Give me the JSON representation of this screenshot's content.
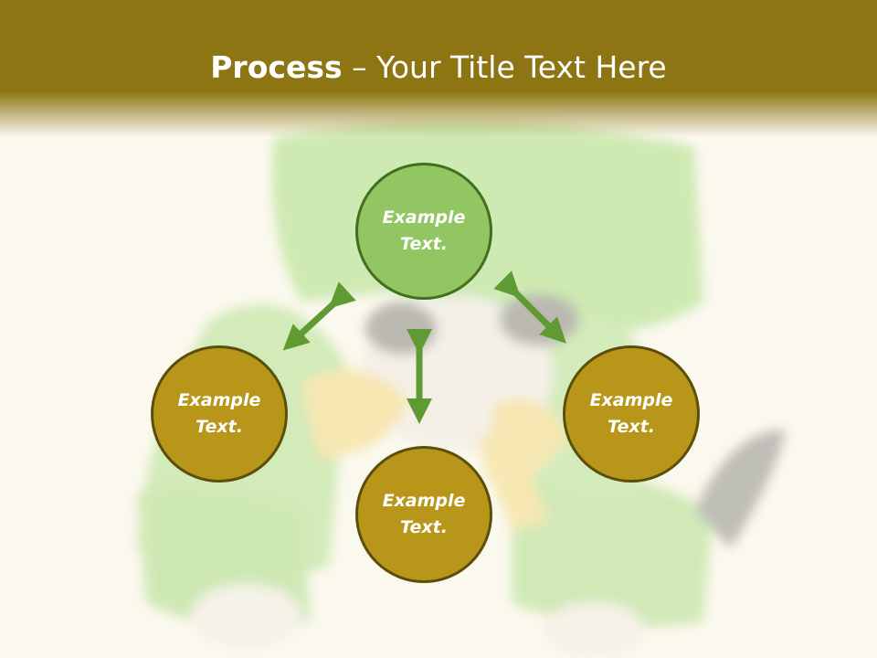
{
  "title": {
    "bold": "Process",
    "rest": " – Your Title Text Here"
  },
  "colors": {
    "header": "#8c7512",
    "center_node": "#92c662",
    "center_node_border": "#3f6f1f",
    "outer_node": "#b8961a",
    "outer_node_border": "#5a4e0a",
    "arrow": "#5f9a32"
  },
  "nodes": [
    {
      "id": "top",
      "label": "Example\nText."
    },
    {
      "id": "left",
      "label": "Example\nText."
    },
    {
      "id": "bottom",
      "label": "Example\nText."
    },
    {
      "id": "right",
      "label": "Example\nText."
    }
  ],
  "arrows": [
    "double-arrow-top-left",
    "double-arrow-vertical",
    "double-arrow-top-right"
  ]
}
